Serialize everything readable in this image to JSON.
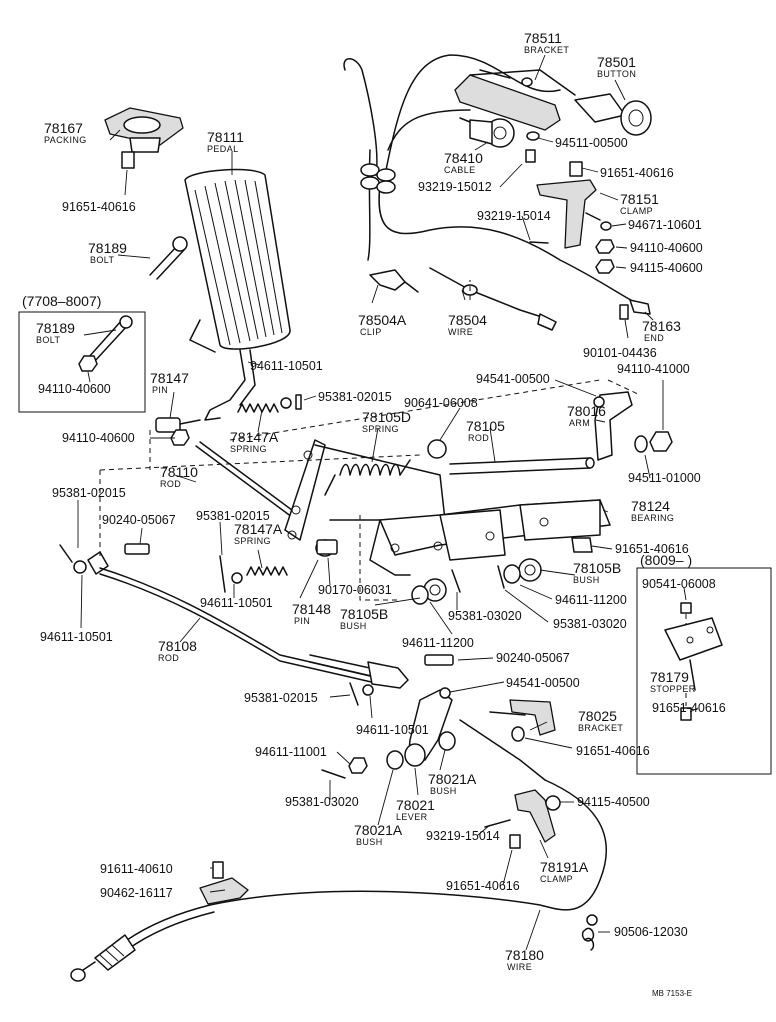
{
  "labels": {
    "l78511": {
      "num": "78511",
      "name": "BRACKET"
    },
    "l78501": {
      "num": "78501",
      "name": "BUTTON"
    },
    "l78167": {
      "num": "78167",
      "name": "PACKING"
    },
    "l78111": {
      "num": "78111",
      "name": "PEDAL"
    },
    "l94511a": {
      "num": "94511-00500"
    },
    "l78410": {
      "num": "78410",
      "name": "CABLE"
    },
    "l91651a": {
      "num": "91651-40616"
    },
    "l93219a": {
      "num": "93219-15012"
    },
    "l78151": {
      "num": "78151",
      "name": "CLAMP"
    },
    "l91651b": {
      "num": "91651-40616"
    },
    "l93219b": {
      "num": "93219-15014"
    },
    "l94671": {
      "num": "94671-10601"
    },
    "l78189a": {
      "num": "78189",
      "name": "BOLT"
    },
    "l94110a": {
      "num": "94110-40600"
    },
    "l94115a": {
      "num": "94115-40600"
    },
    "range1": {
      "num": "(7708–8007)"
    },
    "l78504A": {
      "num": "78504A",
      "name": "CLIP"
    },
    "l78504": {
      "num": "78504",
      "name": "WIRE"
    },
    "l78163": {
      "num": "78163",
      "name": "END"
    },
    "l78189b": {
      "num": "78189",
      "name": "BOLT"
    },
    "l94110b": {
      "num": "94110-40600"
    },
    "l90101": {
      "num": "90101-04436"
    },
    "l94611a": {
      "num": "94611-10501"
    },
    "l78147": {
      "num": "78147",
      "name": "PIN"
    },
    "l95381a": {
      "num": "95381-02015"
    },
    "l94541a": {
      "num": "94541-00500"
    },
    "l94110c": {
      "num": "94110-41000"
    },
    "l90641": {
      "num": "90641-06008"
    },
    "l78105D": {
      "num": "78105D",
      "name": "SPRING"
    },
    "l78016": {
      "num": "78016",
      "name": "ARM"
    },
    "l78105": {
      "num": "78105",
      "name": "ROD"
    },
    "l94110d": {
      "num": "94110-40600"
    },
    "l78147A": {
      "num": "78147A",
      "name": "SPRING"
    },
    "l94511b": {
      "num": "94511-01000"
    },
    "l78110": {
      "num": "78110",
      "name": "ROD"
    },
    "l95381b": {
      "num": "95381-02015"
    },
    "l78124": {
      "num": "78124",
      "name": "BEARING"
    },
    "l95381c": {
      "num": "95381-02015"
    },
    "l90240a": {
      "num": "90240-05067"
    },
    "l78147A2": {
      "num": "78147A",
      "name": "SPRING"
    },
    "l91651c": {
      "num": "91651-40616"
    },
    "range2": {
      "num": "(8009–          )"
    },
    "l78105B": {
      "num": "78105B",
      "name": "BUSH"
    },
    "l90541": {
      "num": "90541-06008"
    },
    "l94611b": {
      "num": "94611-11200"
    },
    "l94611c": {
      "num": "94611-10501"
    },
    "l90170": {
      "num": "90170-06031"
    },
    "l78148": {
      "num": "78148",
      "name": "PIN"
    },
    "l78105B2": {
      "num": "78105B",
      "name": "BUSH"
    },
    "l95381d": {
      "num": "95381-03020"
    },
    "l94611d": {
      "num": "94611-10501"
    },
    "l94611e": {
      "num": "94611-11200"
    },
    "l78179": {
      "num": "78179",
      "name": "STOPPER"
    },
    "l78108": {
      "num": "78108",
      "name": "ROD"
    },
    "l91651d": {
      "num": "91651-40616"
    },
    "l90240b": {
      "num": "90240-05067"
    },
    "l94541b": {
      "num": "94541-00500"
    },
    "l95381e": {
      "num": "95381-02015"
    },
    "l78025": {
      "num": "78025",
      "name": "BRACKET"
    },
    "l94611f": {
      "num": "94611-10501"
    },
    "l91651e": {
      "num": "91651-40616"
    },
    "l94611g": {
      "num": "94611-11001"
    },
    "l78021A": {
      "num": "78021A",
      "name": "BUSH"
    },
    "l95381f": {
      "num": "95381-03020"
    },
    "l78021": {
      "num": "78021",
      "name": "LEVER"
    },
    "l94115b": {
      "num": "94115-40500"
    },
    "l78021A2": {
      "num": "78021A",
      "name": "BUSH"
    },
    "l93219c": {
      "num": "93219-15014"
    },
    "l78191A": {
      "num": "78191A",
      "name": "CLAMP"
    },
    "l91611": {
      "num": "91611-40610"
    },
    "l91651f": {
      "num": "91651-40616"
    },
    "l90462": {
      "num": "90462-16117"
    },
    "l90506": {
      "num": "90506-12030"
    },
    "l78180": {
      "num": "78180",
      "name": "WIRE"
    },
    "footer": {
      "num": "MB 7153-E"
    }
  }
}
